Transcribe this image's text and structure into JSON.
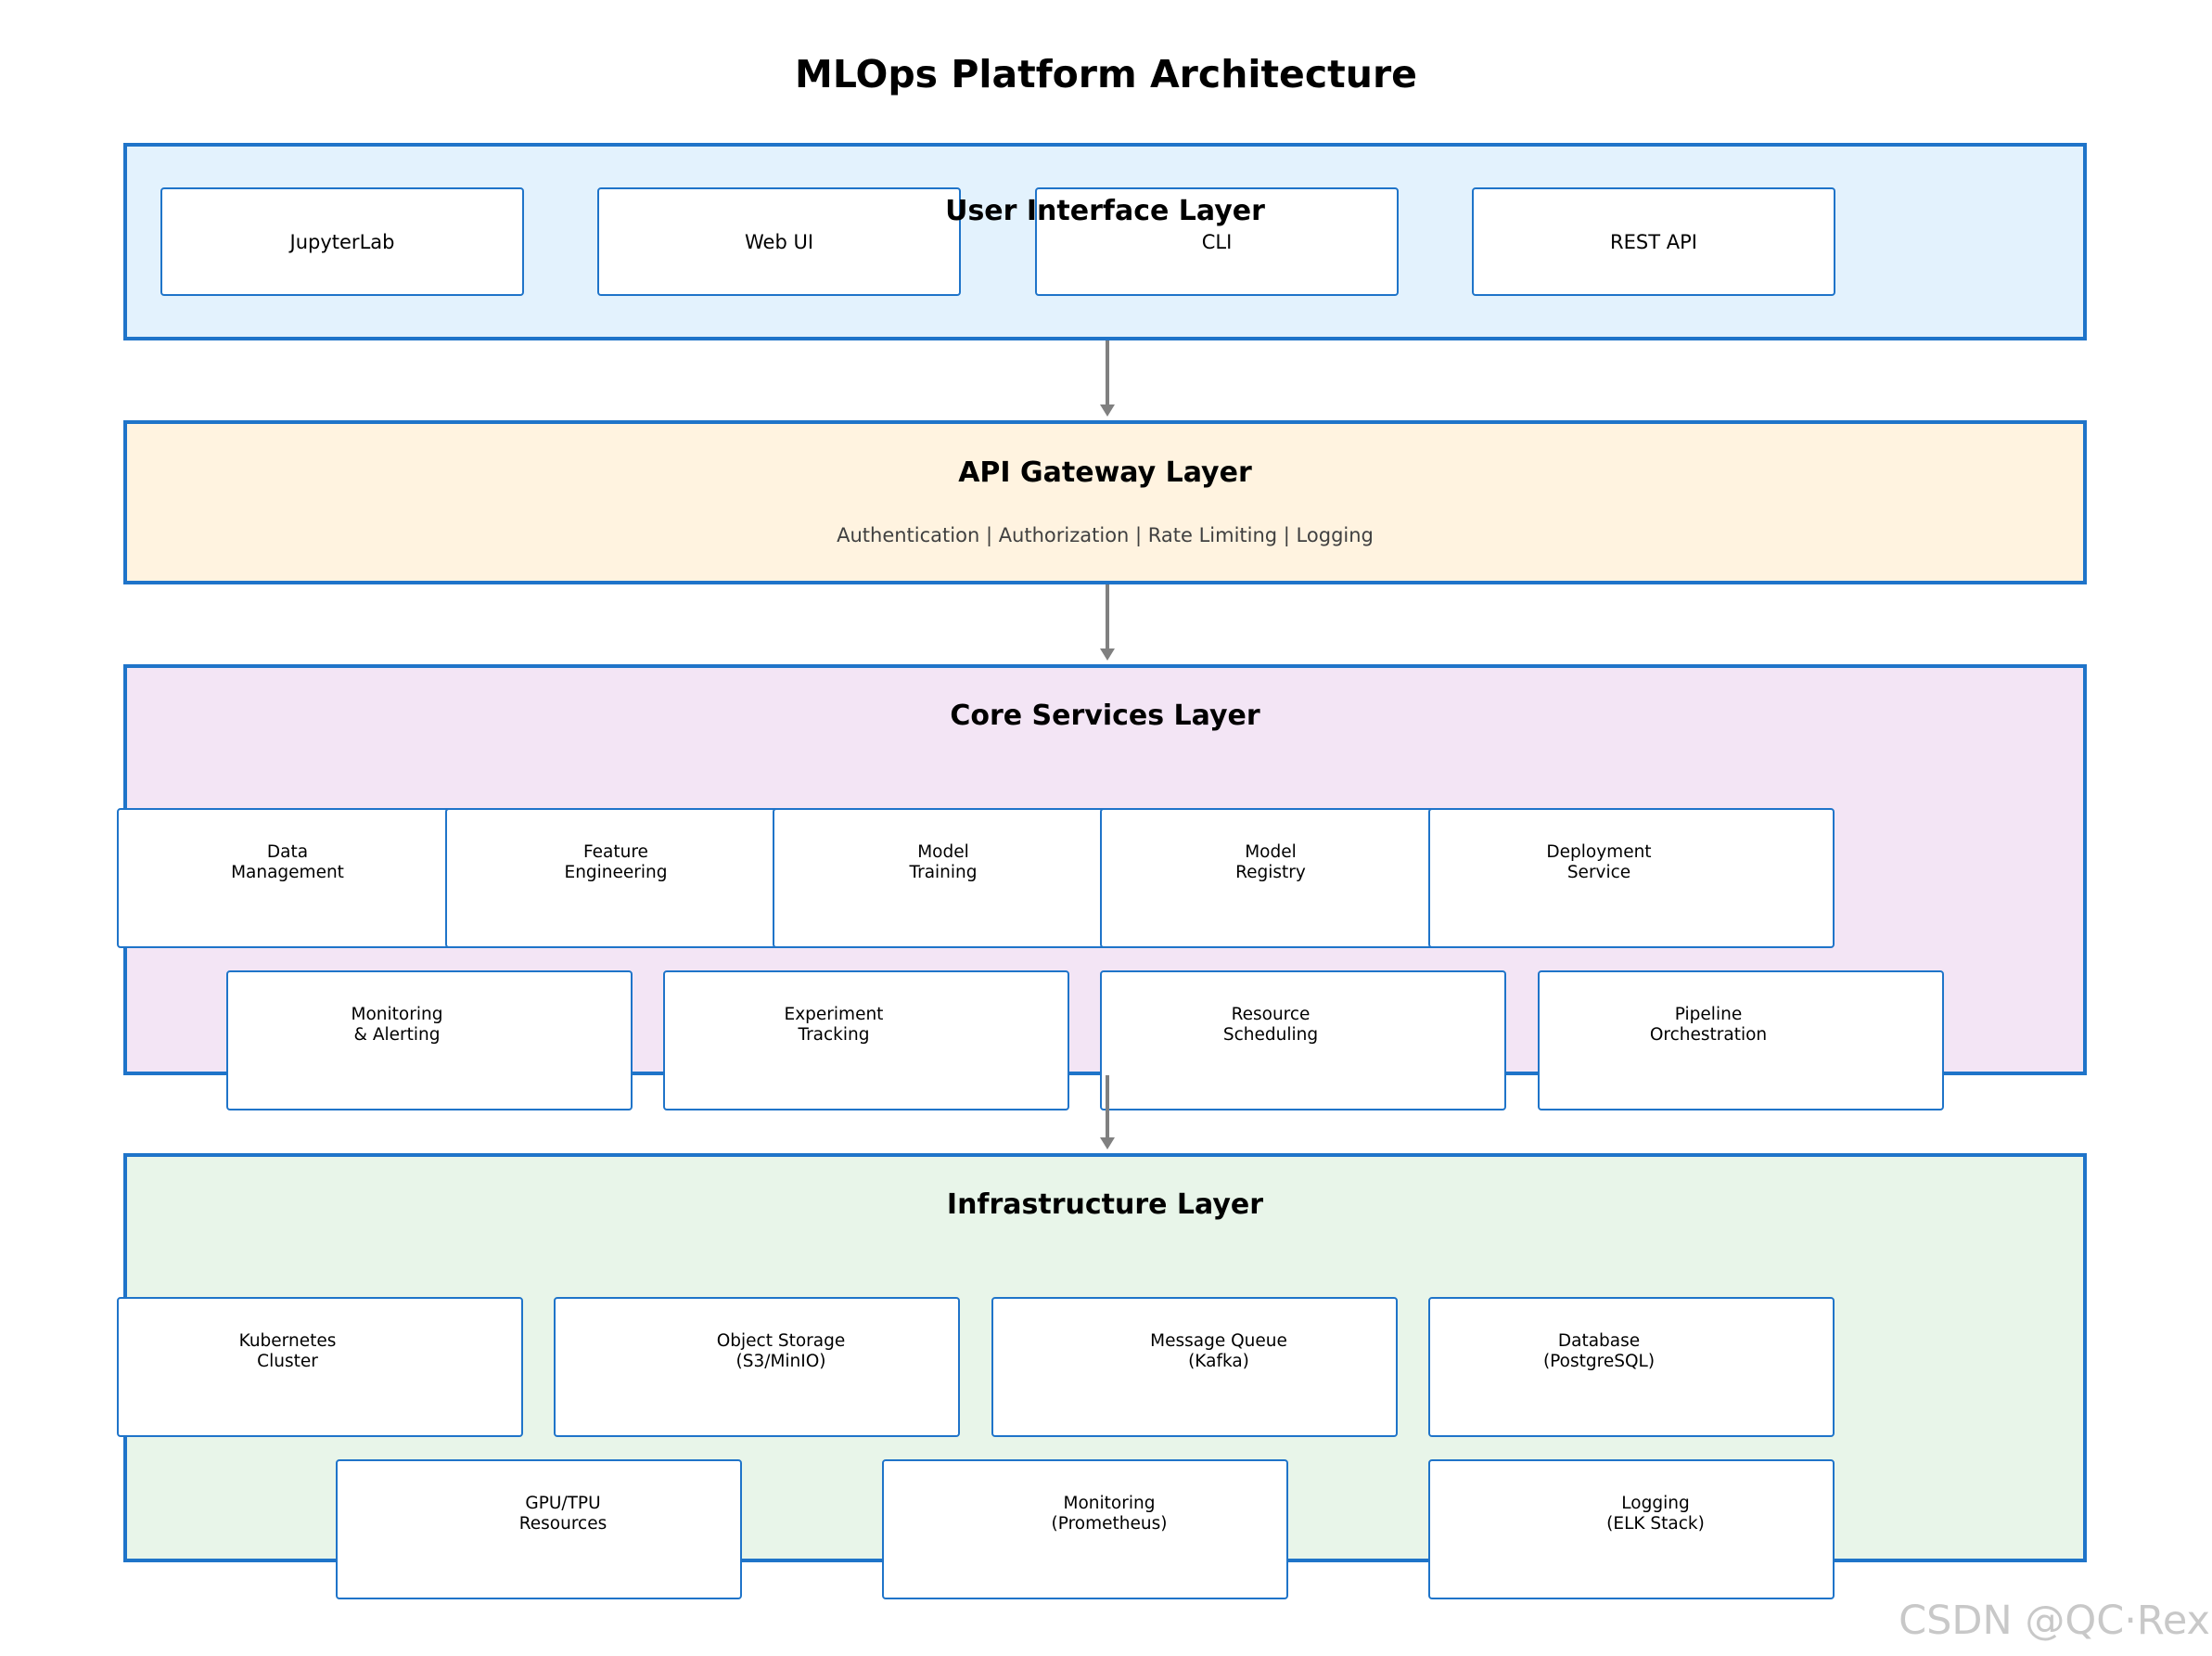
{
  "title": "MLOps Platform Architecture",
  "colors": {
    "border": "#1f74c9",
    "arrow": "#808080",
    "ui_layer_fill": "#e3f2fd",
    "gateway_layer_fill": "#fff3e0",
    "core_layer_fill": "#f3e5f5",
    "infra_layer_fill": "#e8f5e9"
  },
  "layers": {
    "ui": {
      "title": "User Interface Layer",
      "items": [
        "JupyterLab",
        "Web UI",
        "CLI",
        "REST API"
      ]
    },
    "gateway": {
      "title": "API Gateway Layer",
      "subtitle": "Authentication | Authorization | Rate Limiting | Logging"
    },
    "core": {
      "title": "Core Services Layer",
      "row1": [
        "Data\nManagement",
        "Feature\nEngineering",
        "Model\nTraining",
        "Model\nRegistry",
        "Deployment\nService"
      ],
      "row2": [
        "Monitoring\n& Alerting",
        "Experiment\nTracking",
        "Resource\nScheduling",
        "Pipeline\nOrchestration"
      ]
    },
    "infra": {
      "title": "Infrastructure Layer",
      "row1": [
        "Kubernetes\nCluster",
        "Object Storage\n(S3/MinIO)",
        "Message Queue\n(Kafka)",
        "Database\n(PostgreSQL)"
      ],
      "row2": [
        "GPU/TPU\nResources",
        "Monitoring\n(Prometheus)",
        "Logging\n(ELK Stack)"
      ]
    }
  },
  "watermark": "CSDN @QC·Rex"
}
